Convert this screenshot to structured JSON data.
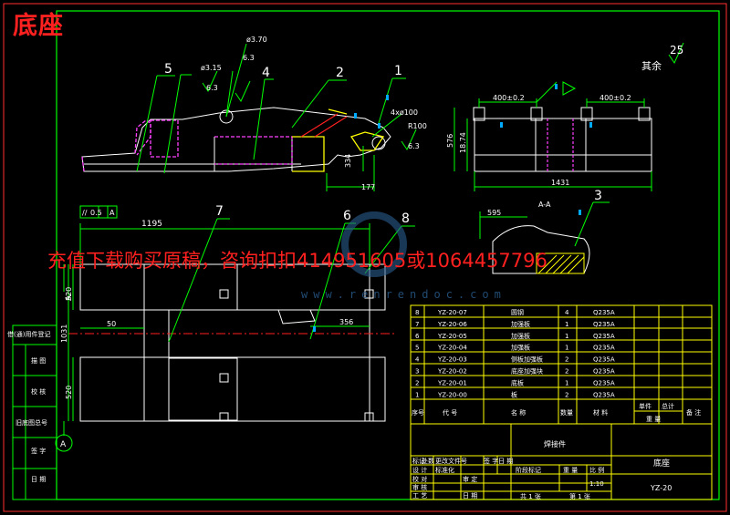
{
  "page_title": "底座",
  "watermark": {
    "text": "充值下载购买原稿，咨询扣扣414951605或1064457796",
    "url": "www.renrendoc.com"
  },
  "view_labels": {
    "section": "A-A",
    "arrow_a": "A",
    "remainder_roughness": "其余",
    "remainder_value": "25",
    "flatness_sym": "//",
    "flatness_val": "0.5",
    "flatness_ref": "A"
  },
  "balloons": [
    "1",
    "2",
    "3",
    "4",
    "5",
    "6",
    "7",
    "8"
  ],
  "dimensions": {
    "d1": "ø3.70",
    "r1": "6.3",
    "d2": "ø3.15",
    "r2": "6.3",
    "d3": "4xø100",
    "d4": "R100",
    "r3": "6.3",
    "d5": "177",
    "d6": "334",
    "d7": "400±0.2",
    "d8": "400±0.2",
    "d9": "576",
    "d10": "18.74",
    "d11": "1431",
    "d12": "595",
    "d13": "1195",
    "d14": "50",
    "d15": "356",
    "d16": "520",
    "d17": "520",
    "d18": "1031"
  },
  "left_strip": [
    "借(通)用件登记",
    "描 图",
    "校 核",
    "旧底图总号",
    "签 字",
    "日 期"
  ],
  "bom": {
    "rows": [
      [
        "8",
        "YZ-20-07",
        "圆钢",
        "4",
        "Q235A",
        "",
        "",
        ""
      ],
      [
        "7",
        "YZ-20-06",
        "加强板",
        "1",
        "Q235A",
        "",
        "",
        ""
      ],
      [
        "6",
        "YZ-20-05",
        "加强板",
        "1",
        "Q235A",
        "",
        "",
        ""
      ],
      [
        "5",
        "YZ-20-04",
        "加强板",
        "1",
        "Q235A",
        "",
        "",
        ""
      ],
      [
        "4",
        "YZ-20-03",
        "侧板加强板",
        "2",
        "Q235A",
        "",
        "",
        ""
      ],
      [
        "3",
        "YZ-20-02",
        "底座加强块",
        "2",
        "Q235A",
        "",
        "",
        ""
      ],
      [
        "2",
        "YZ-20-01",
        "底板",
        "1",
        "Q235A",
        "",
        "",
        ""
      ],
      [
        "1",
        "YZ-20-00",
        "板",
        "2",
        "Q235A",
        "",
        "",
        ""
      ]
    ],
    "header": [
      "序号",
      "代 号",
      "名 称",
      "数量",
      "材 料",
      "单件",
      "总计",
      "备 注"
    ],
    "weight": "重 量"
  },
  "title_block": {
    "assembly": "焊接件",
    "part_name": "底座",
    "drawing_no": "YZ-20",
    "scale": "1:10",
    "rev_cols": [
      "标记",
      "处数",
      "更改文件号",
      "签 字",
      "日 期"
    ],
    "roles": [
      "设 计",
      "校 对",
      "审 核",
      "工 艺"
    ],
    "roles2": [
      "标准化",
      "审 定",
      "",
      "日 期"
    ],
    "stage": "阶段标记",
    "weight": "重 量",
    "ratio": "比 例",
    "sheets": "共 1 张",
    "sheet": "第 1 张"
  }
}
